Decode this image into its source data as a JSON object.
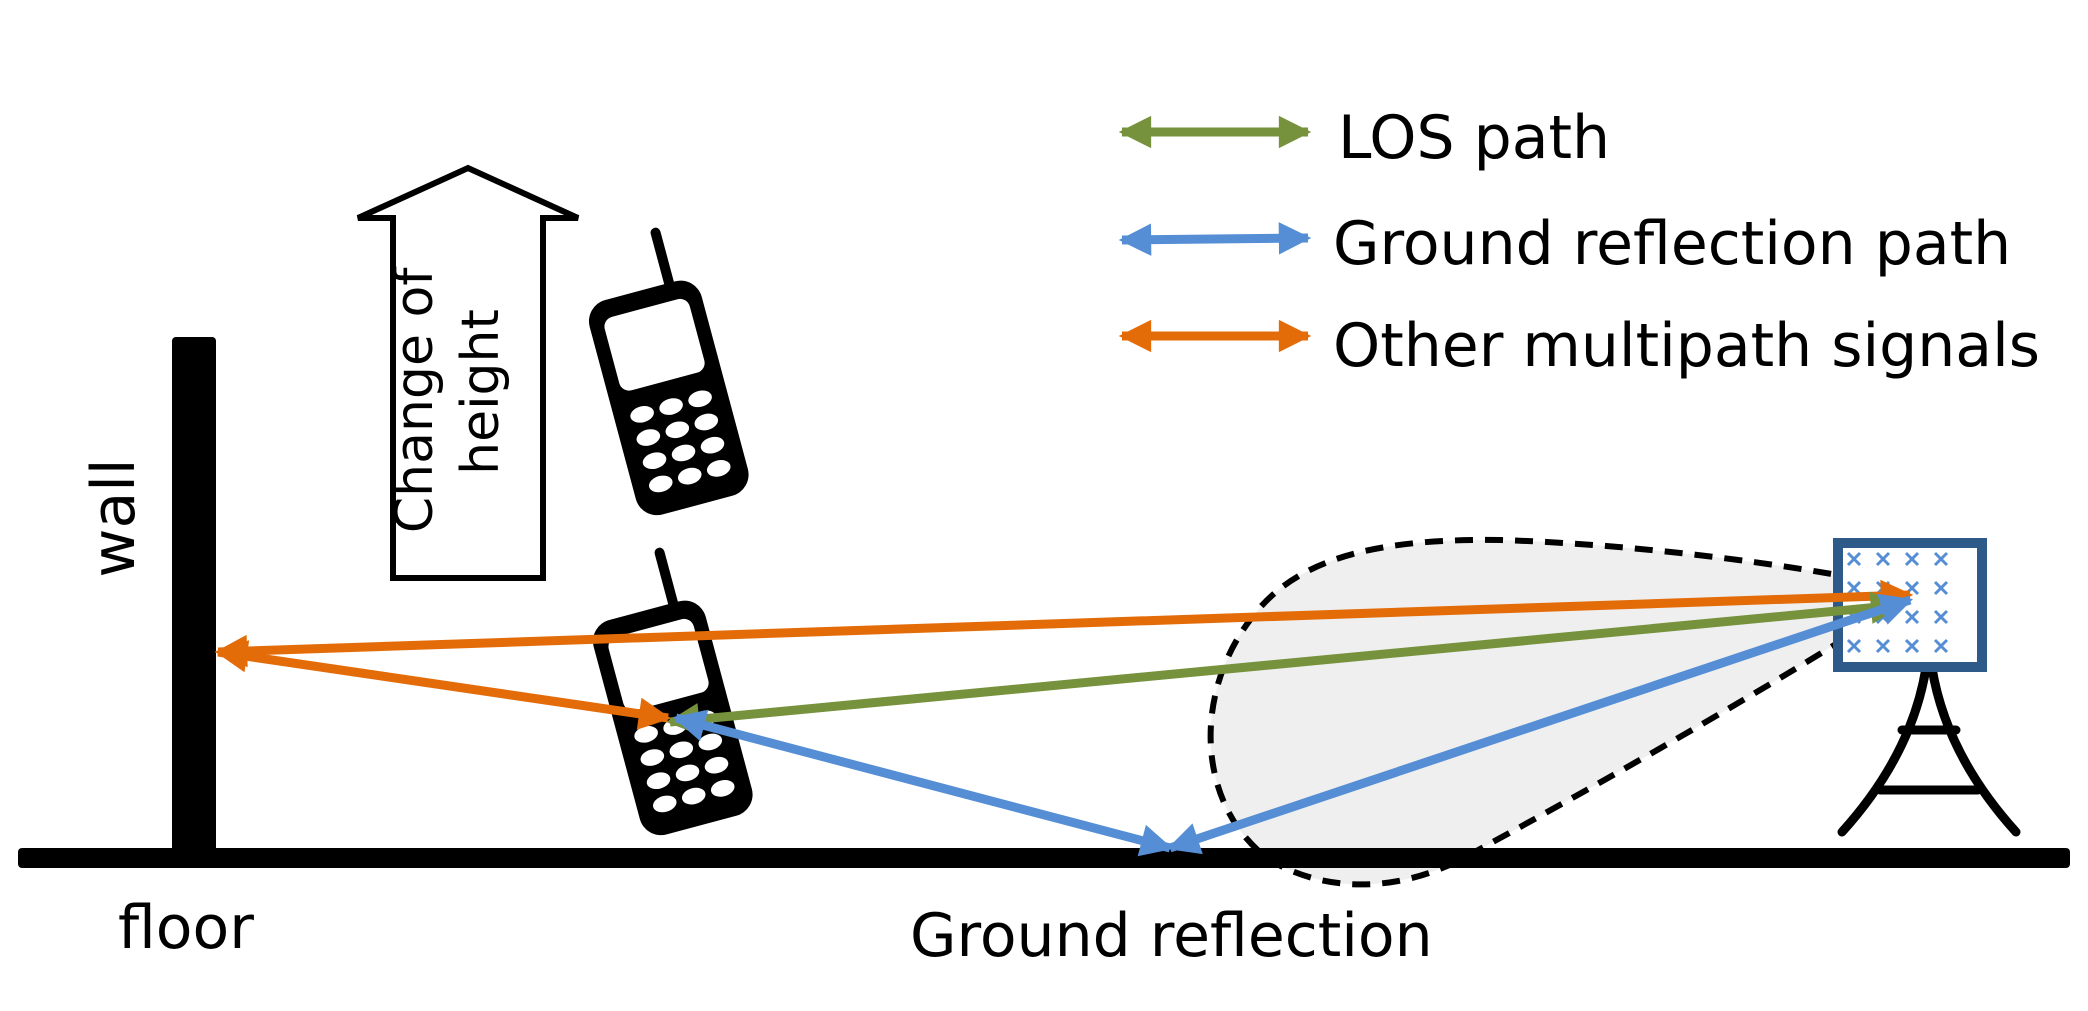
{
  "labels": {
    "wall": "wall",
    "floor": "floor",
    "ground_reflection": "Ground reflection",
    "change_of_height_line1": "Change of",
    "change_of_height_line2": "height"
  },
  "legend": {
    "items": [
      {
        "label": "LOS path",
        "color": "#76923c"
      },
      {
        "label": "Ground reflection path",
        "color": "#558ed5"
      },
      {
        "label": "Other multipath signals",
        "color": "#e36c09"
      }
    ]
  },
  "colors": {
    "los": "#76923c",
    "ground": "#558ed5",
    "multipath": "#e36c09",
    "antenna_frame": "#2e5a8a",
    "antenna_x": "#558ed5",
    "beam_fill": "#efefef"
  },
  "icons": [
    "wall",
    "floor",
    "phone-icon",
    "height-arrow-icon",
    "antenna-panel-icon",
    "tower-icon",
    "beam-pattern"
  ]
}
